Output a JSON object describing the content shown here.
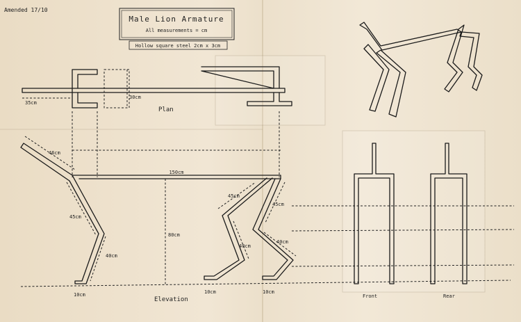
{
  "header": {
    "amended": "Amended 17/10",
    "title": "Male Lion Armature",
    "subtitle": "All measurements = cm",
    "material": "Hollow square steel 2cm x 3cm"
  },
  "views": {
    "plan": "Plan",
    "elevation": "Elevation",
    "front": "Front",
    "rear": "Rear"
  },
  "dimensions": {
    "plan_35": "35cm",
    "plan_30": "30cm",
    "neck_46": "46cm",
    "length_150": "150cm",
    "front_leg_upper": "45cm",
    "front_leg_lower": "40cm",
    "height_80": "80cm",
    "back_leg_upper_left": "45cm",
    "back_leg_upper_right": "45cm",
    "back_leg_lower_left": "40cm",
    "back_leg_lower_right": "40cm",
    "foot_front": "10cm",
    "foot_back_left": "10cm",
    "foot_back_right": "10cm"
  }
}
